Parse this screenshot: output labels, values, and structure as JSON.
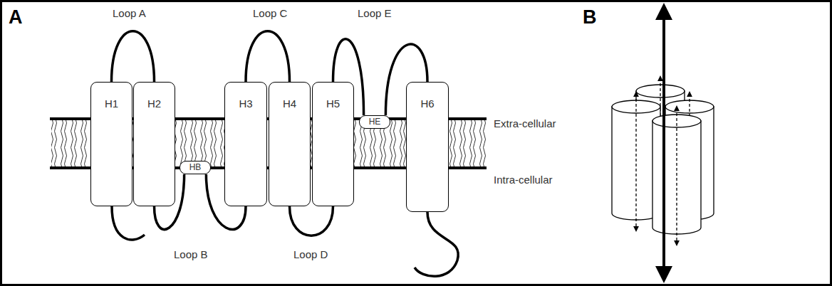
{
  "diagram": {
    "nodes": [
      {
        "text": [
          "H1"
        ]
      },
      {
        "text": [
          "H2"
        ]
      },
      {
        "text": [
          "HB"
        ]
      },
      {
        "text": [
          "H3"
        ]
      },
      {
        "text": [
          "H4"
        ]
      },
      {
        "text": [
          "H5"
        ]
      },
      {
        "text": [
          "HE"
        ]
      },
      {
        "text": [
          "H6"
        ]
      }
    ],
    "edges": [
      {
        "from": 0,
        "to": 1,
        "arrow": "none"
      },
      {
        "from": 1,
        "to": 2,
        "arrow": "none"
      },
      {
        "from": 2,
        "to": 3,
        "arrow": "none"
      },
      {
        "from": 3,
        "to": 4,
        "arrow": "none"
      },
      {
        "from": 4,
        "to": 5,
        "arrow": "none"
      },
      {
        "from": 5,
        "to": 6,
        "arrow": "none"
      },
      {
        "from": 6,
        "to": 7,
        "arrow": "none"
      }
    ],
    "labels": [
      "A",
      "Loop A",
      "Loop C",
      "Loop E",
      "B",
      "Extra-cellular",
      "Intra-cellular",
      "Loop B",
      "Loop D"
    ]
  }
}
